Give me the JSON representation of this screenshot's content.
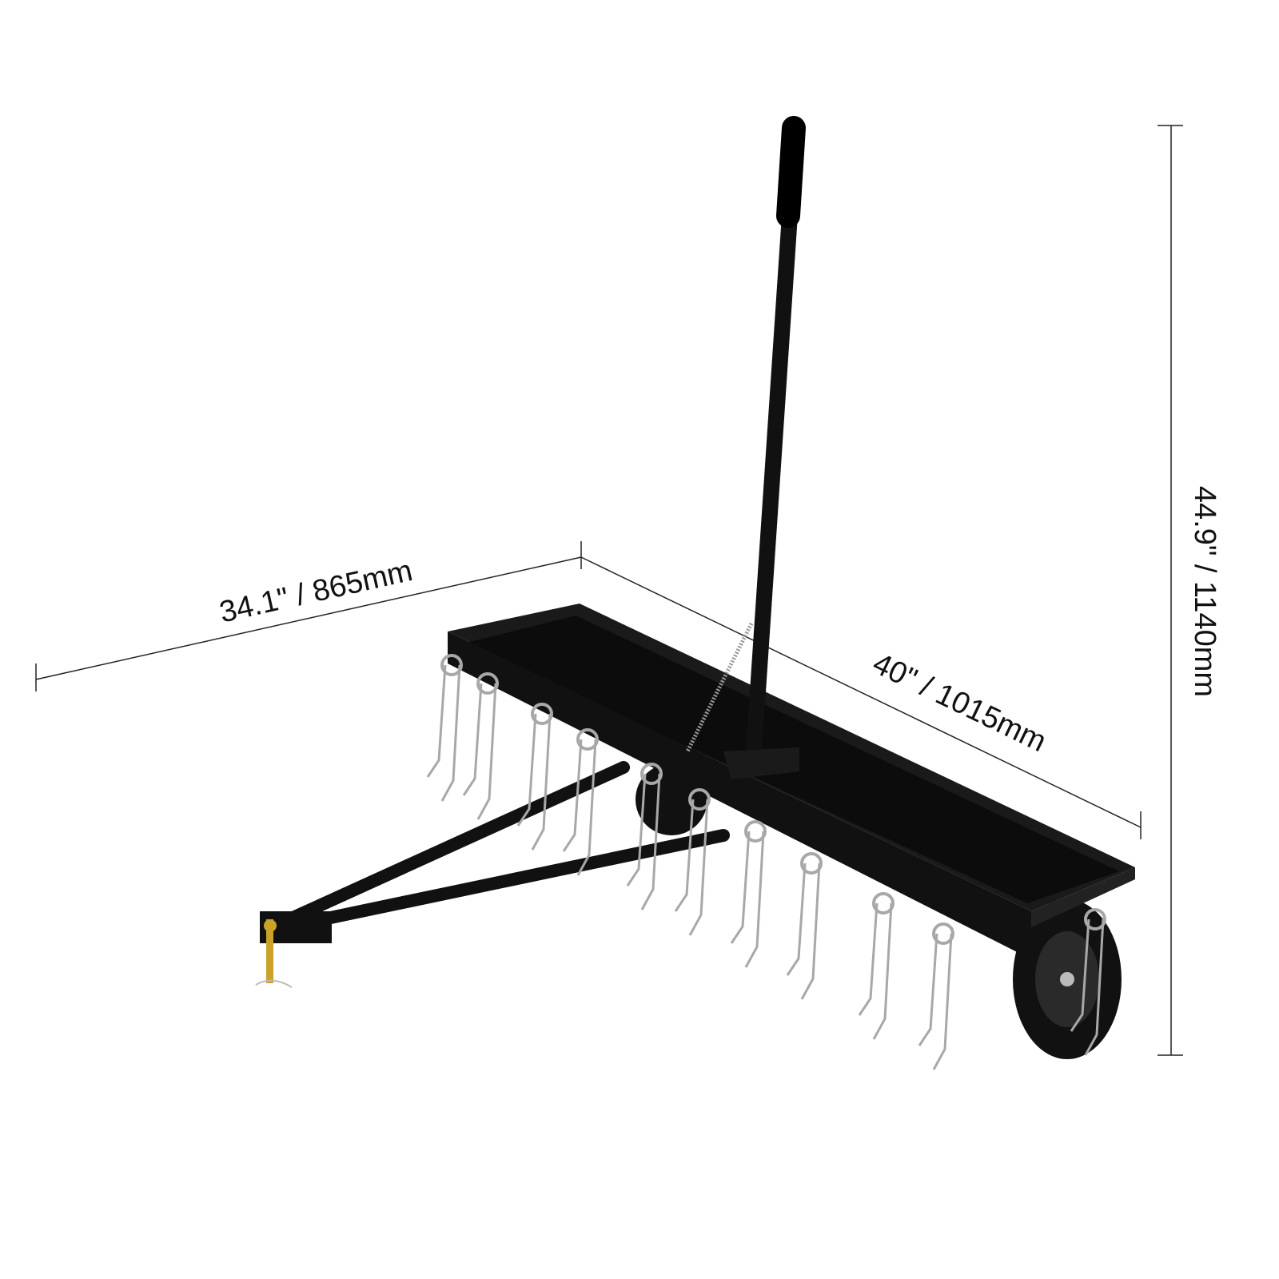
{
  "dimensions": {
    "depth": "34.1\" / 865mm",
    "width": "40\" / 1015mm",
    "height": "44.9\" / 1140mm"
  },
  "colors": {
    "frame": "#111111",
    "tine": "#a8a8a8",
    "dimension_line": "#222222",
    "brass": "#c9a227"
  }
}
